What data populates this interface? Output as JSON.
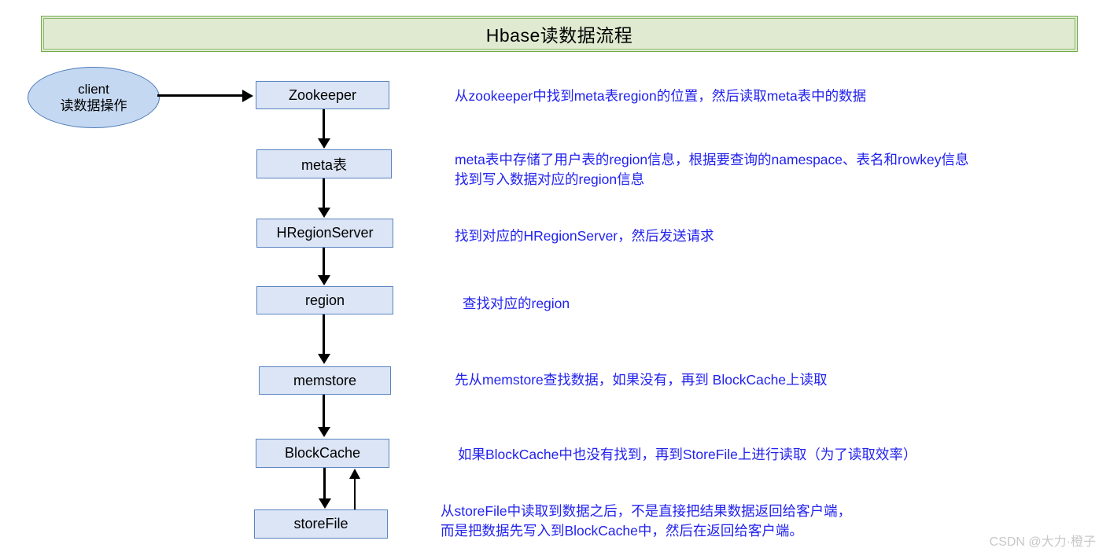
{
  "title": {
    "text": "Hbase读数据流程"
  },
  "client": {
    "line1": "client",
    "line2": "读数据操作"
  },
  "nodes": [
    {
      "id": "zookeeper",
      "label": "Zookeeper"
    },
    {
      "id": "meta-table",
      "label": "meta表"
    },
    {
      "id": "hregionserver",
      "label": "HRegionServer"
    },
    {
      "id": "region",
      "label": "region"
    },
    {
      "id": "memstore",
      "label": "memstore"
    },
    {
      "id": "blockcache",
      "label": "BlockCache"
    },
    {
      "id": "storefile",
      "label": "storeFile"
    }
  ],
  "annotations": [
    {
      "for": "zookeeper",
      "text": "从zookeeper中找到meta表region的位置，然后读取meta表中的数据"
    },
    {
      "for": "meta-table",
      "text": "meta表中存储了用户表的region信息，根据要查询的namespace、表名和rowkey信息\n找到写入数据对应的region信息"
    },
    {
      "for": "hregionserver",
      "text": "找到对应的HRegionServer，然后发送请求"
    },
    {
      "for": "region",
      "text": "查找对应的region"
    },
    {
      "for": "memstore",
      "text": "先从memstore查找数据，如果没有，再到 BlockCache上读取"
    },
    {
      "for": "blockcache",
      "text": "如果BlockCache中也没有找到，再到StoreFile上进行读取（为了读取效率）"
    },
    {
      "for": "storefile",
      "text": "从storeFile中读取到数据之后，不是直接把结果数据返回给客户端，\n而是把数据先写入到BlockCache中，然后在返回给客户端。"
    }
  ],
  "watermark": {
    "text": "CSDN @大力·橙子"
  },
  "colors": {
    "title_fill": "#dfead0",
    "title_border": "#6fa94a",
    "node_fill": "#dbe5f5",
    "node_border": "#5a83c0",
    "client_fill": "#c5d8f1",
    "annotation_text": "#2222ee",
    "connector": "#000000",
    "watermark_text": "#c8c8c8"
  }
}
